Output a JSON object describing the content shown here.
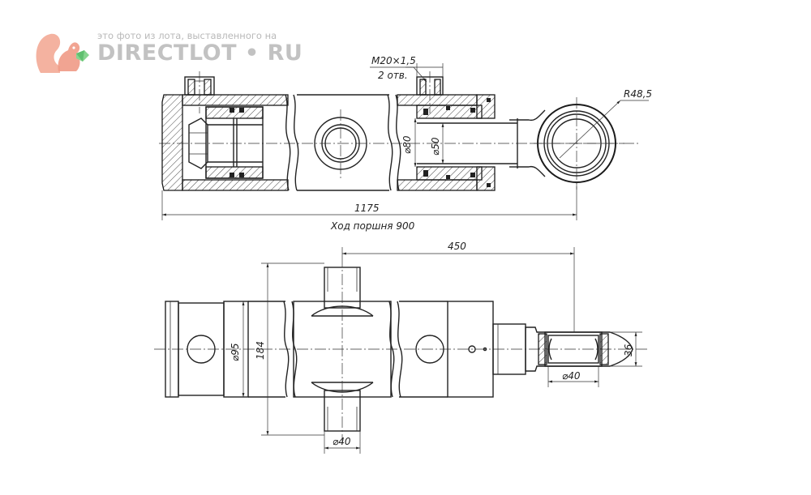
{
  "watermark": {
    "caption": "это фото из лота, выставленного на",
    "brand": "DIRECTLOT • RU",
    "logo_icon": "squirrel-logo-icon"
  },
  "top_view": {
    "thread_label": "M20×1,5",
    "holes_label": "2 отв.",
    "radius_label": "R48,5",
    "bore_label": "⌀80",
    "rod_label": "⌀50",
    "overall_length": "1175",
    "stroke_label": "Ход поршня 900"
  },
  "bottom_view": {
    "trunnion_to_eye": "450",
    "body_diameter": "⌀95",
    "trunnion_span": "184",
    "pin_diameter": "⌀40",
    "eye_width": "36",
    "eye_bore": "⌀40"
  },
  "colors": {
    "line": "#1a1a1a",
    "watermark_text": "#c2c2c2",
    "logo_orange": "#f0a088",
    "logo_green": "#7fd08a"
  }
}
